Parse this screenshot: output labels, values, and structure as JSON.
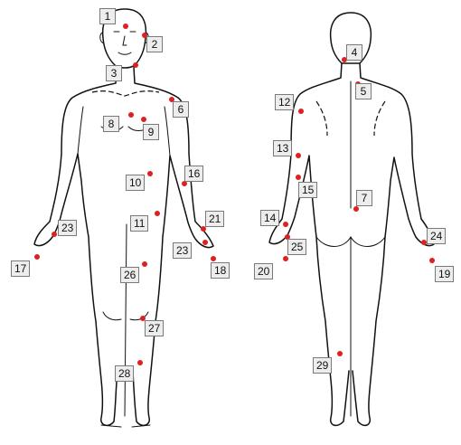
{
  "points": [
    {
      "label": "1"
    },
    {
      "label": "2"
    },
    {
      "label": "3"
    },
    {
      "label": "4"
    },
    {
      "label": "5"
    },
    {
      "label": "6"
    },
    {
      "label": "7"
    },
    {
      "label": "8"
    },
    {
      "label": "9"
    },
    {
      "label": "10"
    },
    {
      "label": "11"
    },
    {
      "label": "12"
    },
    {
      "label": "13"
    },
    {
      "label": "14"
    },
    {
      "label": "15"
    },
    {
      "label": "16"
    },
    {
      "label": "17"
    },
    {
      "label": "18"
    },
    {
      "label": "19"
    },
    {
      "label": "20"
    },
    {
      "label": "21"
    },
    {
      "label": "23"
    },
    {
      "label": "23"
    },
    {
      "label": "24"
    },
    {
      "label": "25"
    },
    {
      "label": "26"
    },
    {
      "label": "27"
    },
    {
      "label": "28"
    },
    {
      "label": "29"
    }
  ],
  "colors": {
    "marker": "#e02020",
    "outline": "#111111",
    "label_bg": "#ededed"
  }
}
